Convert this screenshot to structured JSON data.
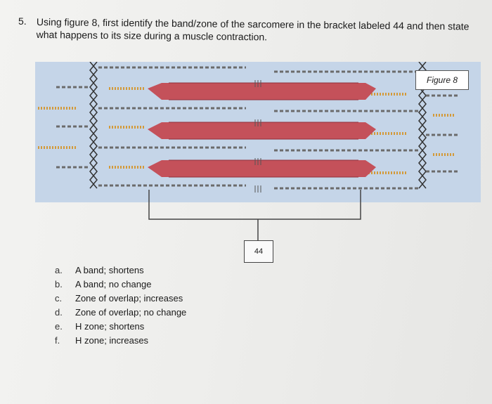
{
  "question": {
    "number": "5.",
    "text": "Using figure 8, first identify the band/zone of the sarcomere in the bracket labeled 44 and then state what happens to its size during a muscle contraction."
  },
  "figure": {
    "title": "Figure 8",
    "bracket_label": "44"
  },
  "options": [
    {
      "letter": "a.",
      "text": "A band; shortens"
    },
    {
      "letter": "b.",
      "text": "A band; no change"
    },
    {
      "letter": "c.",
      "text": "Zone of overlap; increases"
    },
    {
      "letter": "d.",
      "text": "Zone of overlap; no change"
    },
    {
      "letter": "e.",
      "text": "H zone; shortens"
    },
    {
      "letter": "f.",
      "text": "H zone; increases"
    }
  ],
  "colors": {
    "figure_bg": "#c5d5e8",
    "thick_filament": "#c4515a",
    "thin_filament": "#d39a3a",
    "titin": "#555555"
  }
}
